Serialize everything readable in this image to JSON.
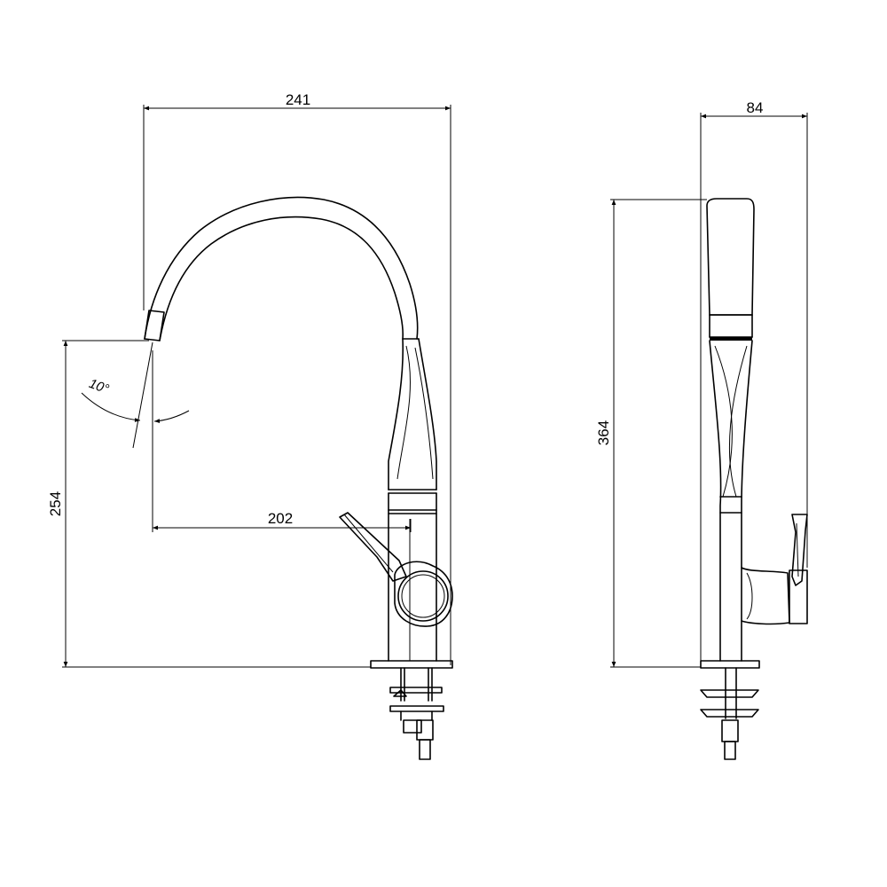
{
  "drawing": {
    "dimensions": {
      "overall_width": "241",
      "spout_reach": "202",
      "spout_height": "254",
      "side_depth": "84",
      "overall_height": "364",
      "spout_angle": "10°"
    },
    "icons": {
      "arrow": "arrowhead-icon"
    }
  }
}
